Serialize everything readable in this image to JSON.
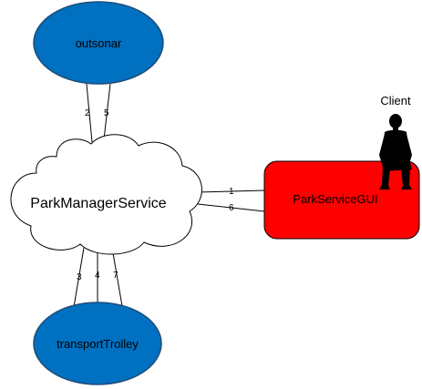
{
  "nodes": {
    "outsonar": {
      "label": "outsonar",
      "fill": "#0070C0",
      "stroke": "#1F4E79"
    },
    "park_manager_service": {
      "label": "ParkManagerService",
      "fill": "#FFFFFF",
      "stroke": "#000000"
    },
    "park_service_gui": {
      "label": "ParkServiceGUI",
      "fill": "#FF0000",
      "stroke": "#000000"
    },
    "transport_trolley": {
      "label": "transportTrolley",
      "fill": "#0070C0",
      "stroke": "#1F4E79"
    },
    "client": {
      "label": "Client",
      "icon": "person-sitting-icon"
    }
  },
  "edges": [
    {
      "id": "edge-2",
      "label": "2",
      "from": "outsonar",
      "to": "ParkManagerService"
    },
    {
      "id": "edge-5",
      "label": "5",
      "from": "outsonar",
      "to": "ParkManagerService"
    },
    {
      "id": "edge-1",
      "label": "1",
      "from": "ParkManagerService",
      "to": "ParkServiceGUI"
    },
    {
      "id": "edge-6",
      "label": "6",
      "from": "ParkManagerService",
      "to": "ParkServiceGUI"
    },
    {
      "id": "edge-3",
      "label": "3",
      "from": "ParkManagerService",
      "to": "transportTrolley"
    },
    {
      "id": "edge-4",
      "label": "4",
      "from": "ParkManagerService",
      "to": "transportTrolley"
    },
    {
      "id": "edge-7",
      "label": "7",
      "from": "ParkManagerService",
      "to": "transportTrolley"
    }
  ]
}
